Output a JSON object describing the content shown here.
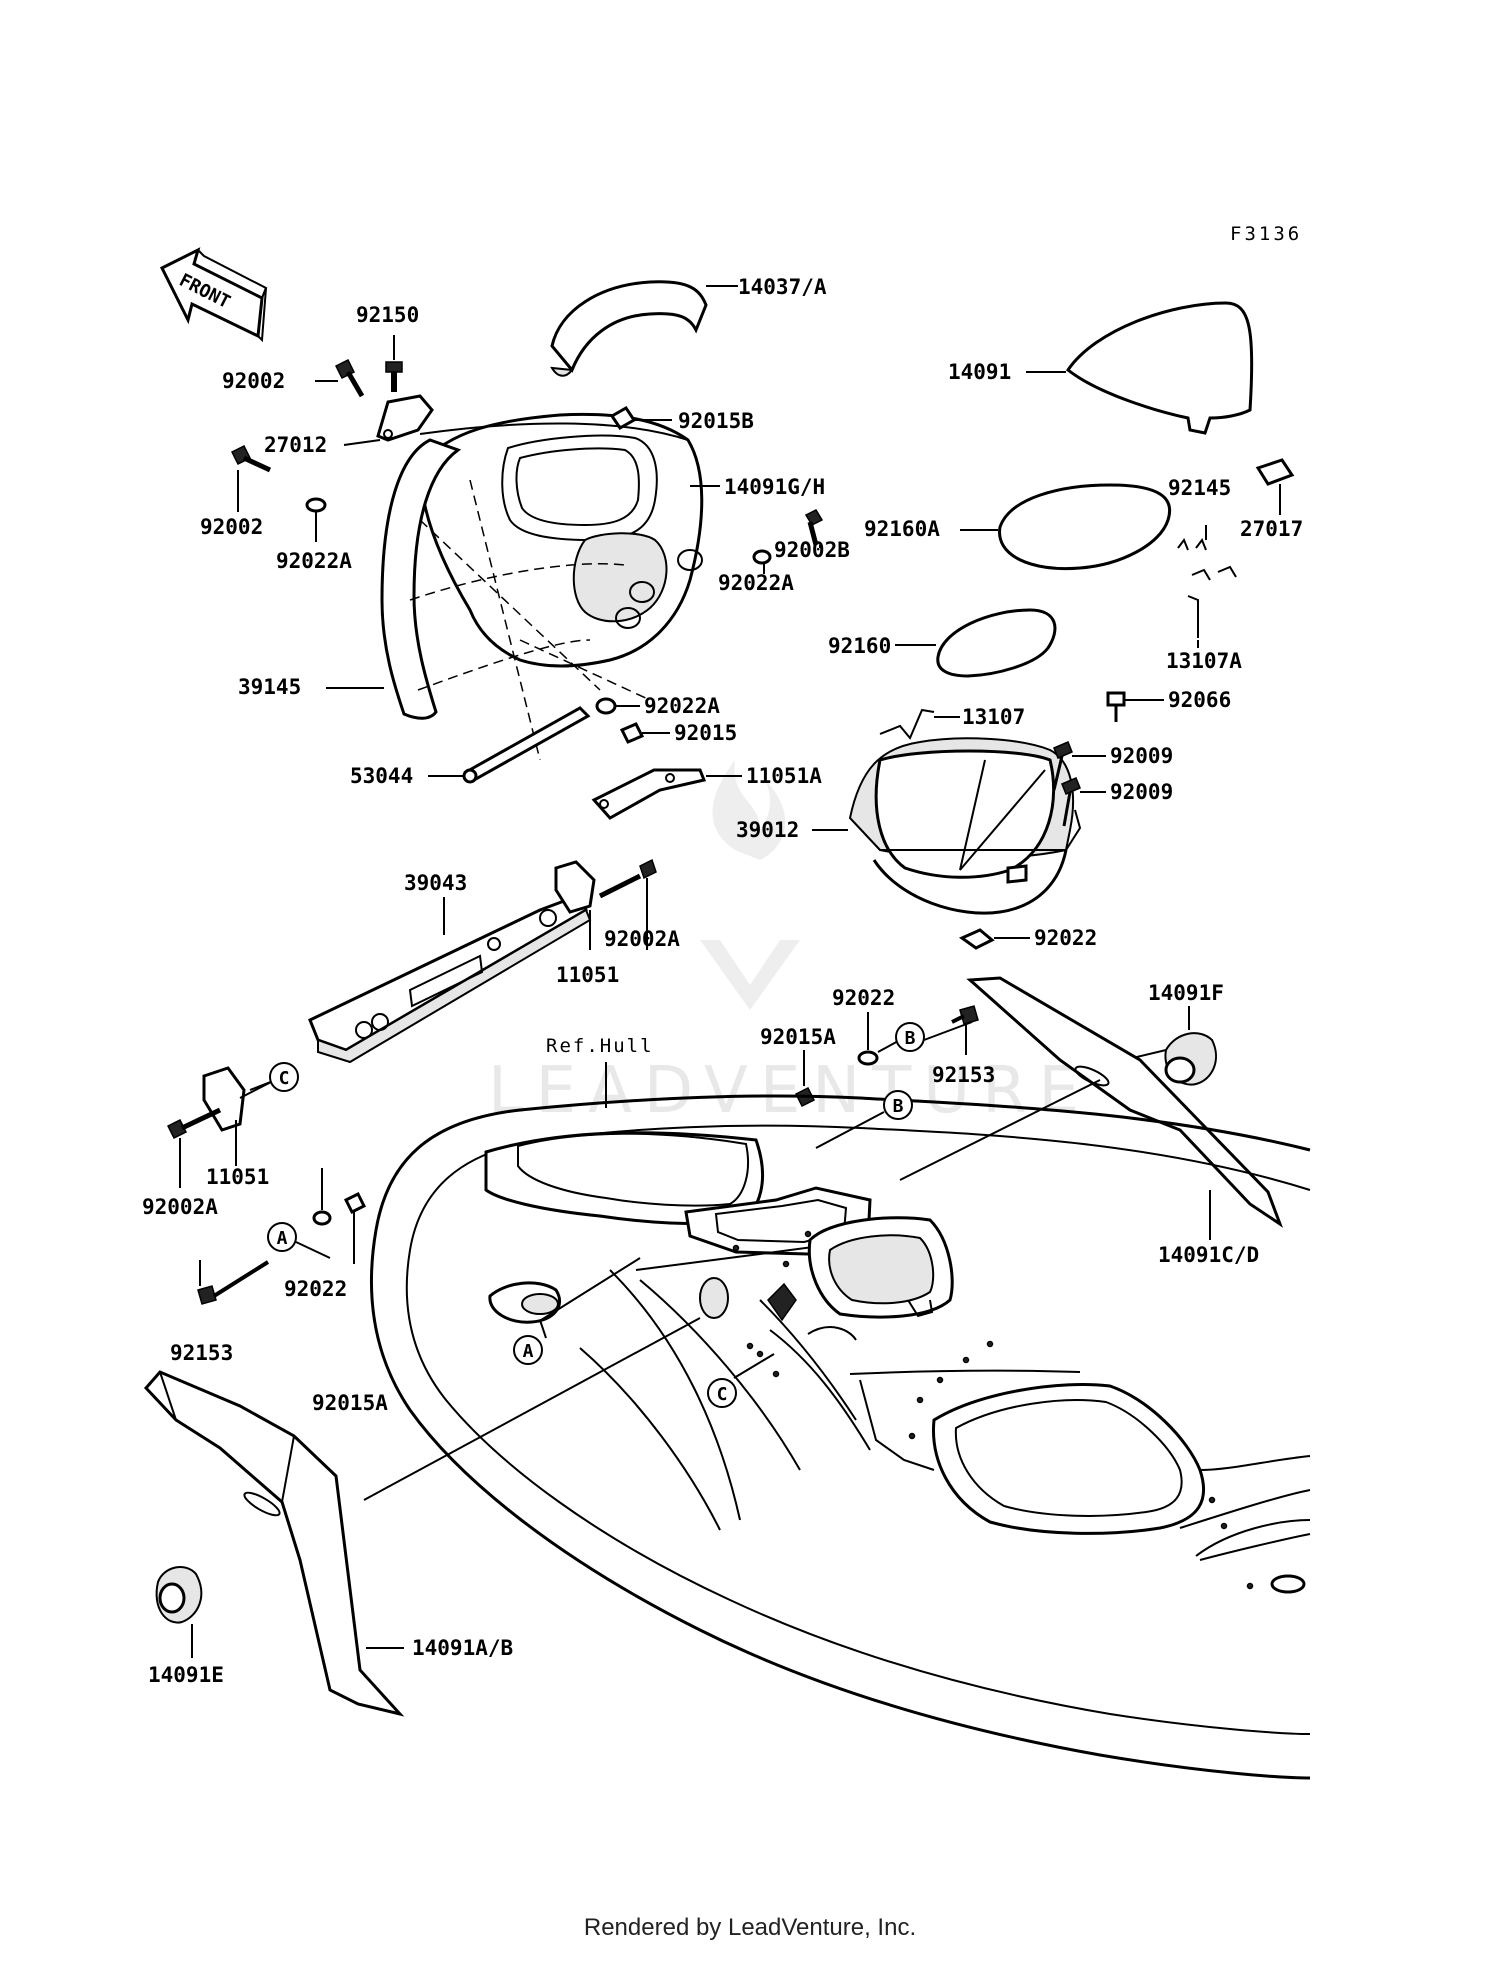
{
  "figure_code": "F3136",
  "front_label": "FRONT",
  "ref_hull_label": "Ref.Hull",
  "watermark": "LEADVENTURE",
  "footer": "Rendered by LeadVenture, Inc.",
  "callouts": {
    "a": "A",
    "b": "B",
    "c": "C"
  },
  "parts": {
    "p14037a": "14037/A",
    "p14091": "14091",
    "p92150": "92150",
    "p92002_top": "92002",
    "p92015b": "92015B",
    "p27012": "27012",
    "p14091gh": "14091G/H",
    "p92145": "92145",
    "p27017": "27017",
    "p92002_left": "92002",
    "p92160a": "92160A",
    "p92002b": "92002B",
    "p92022a_left": "92022A",
    "p92022a_mid": "92022A",
    "p92160": "92160",
    "p13107a": "13107A",
    "p39145": "39145",
    "p92022a_low": "92022A",
    "p92066": "92066",
    "p13107": "13107",
    "p92015": "92015",
    "p92009_a": "92009",
    "p53044": "53044",
    "p11051a": "11051A",
    "p92009_b": "92009",
    "p39012": "39012",
    "p39043": "39043",
    "p92002a_top": "92002A",
    "p11051_top": "11051",
    "p92022_right": "92022",
    "p14091f": "14091F",
    "p92022_mid": "92022",
    "p92015a_mid": "92015A",
    "p92153_mid": "92153",
    "p11051_low": "11051",
    "p92002a_low": "92002A",
    "p14091cd": "14091C/D",
    "p92022_low": "92022",
    "p92153_low": "92153",
    "p92015a_low": "92015A",
    "p14091e": "14091E",
    "p14091ab": "14091A/B"
  }
}
